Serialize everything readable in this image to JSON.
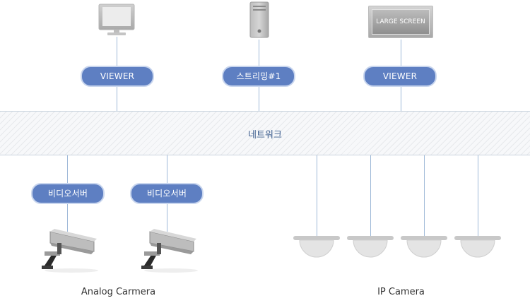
{
  "top": {
    "viewer_left_label": "VIEWER",
    "streaming_label": "스트리밍#1",
    "viewer_right_label": "VIEWER",
    "large_screen_text": "LARGE SCREEN"
  },
  "network": {
    "label": "네트워크"
  },
  "video_servers": [
    {
      "label": "비디오서버"
    },
    {
      "label": "비디오서버"
    }
  ],
  "captions": {
    "analog": "Analog Carmera",
    "ip": "IP Camera"
  },
  "colors": {
    "pill": "#5e7fc2",
    "line": "#9fb9d8",
    "network_text": "#3f5f8f"
  }
}
